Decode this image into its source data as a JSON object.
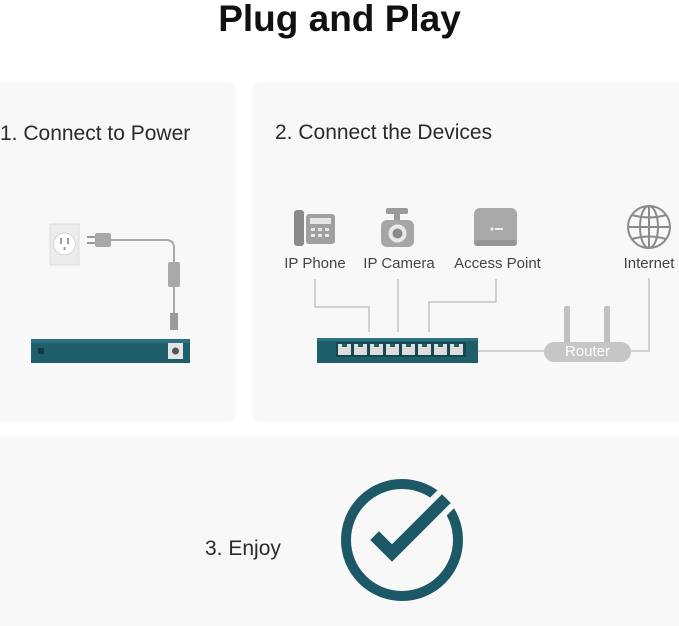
{
  "title": "Plug and Play",
  "steps": {
    "power": "1. Connect to Power",
    "devices": "2. Connect the Devices",
    "enjoy": "3. Enjoy"
  },
  "devices": {
    "ip_phone": "IP Phone",
    "ip_camera": "IP Camera",
    "access_point": "Access Point",
    "internet": "Internet",
    "router": "Router"
  },
  "colors": {
    "switch_teal": "#1f5f6b",
    "check_teal": "#1d5866",
    "line_gray": "#bdbdbd",
    "router_gray": "#c6c6c6",
    "icon_gray": "#8a8a8a"
  },
  "icons": [
    "wall-outlet-icon",
    "power-plug-icon",
    "ip-phone-icon",
    "ip-camera-icon",
    "access-point-icon",
    "globe-icon",
    "router-icon",
    "checkmark-icon"
  ]
}
